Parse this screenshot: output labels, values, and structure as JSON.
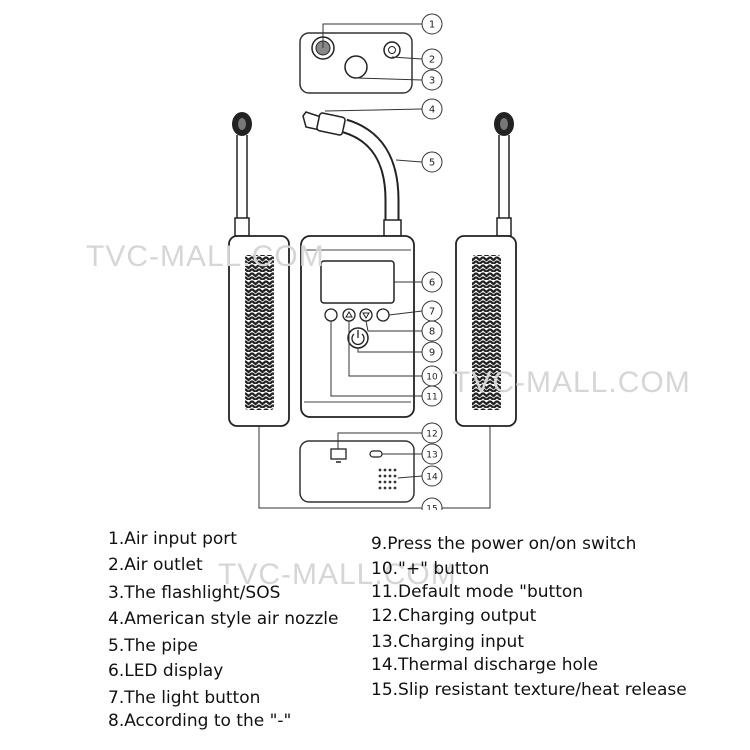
{
  "watermarks": [
    "TVC-MALL.COM",
    "TVC-MALL.COM",
    "TVC-MALL.COM"
  ],
  "callouts": [
    "1",
    "2",
    "3",
    "4",
    "5",
    "6",
    "7",
    "8",
    "9",
    "10",
    "11",
    "12",
    "13",
    "14",
    "15"
  ],
  "legend": {
    "left": [
      "1.Air input port",
      "2.Air outlet",
      "3.The flashlight/SOS",
      "4.American style air nozzle",
      "5.The pipe",
      "6.LED display",
      "7.The light button",
      "8.According to the \"-\""
    ],
    "right": [
      "9.Press the power on/on switch",
      "10.\"+\" button",
      "11.Default mode \"button",
      "12.Charging output",
      "13.Charging input",
      "14.Thermal discharge hole",
      "15.Slip resistant texture/heat release"
    ]
  }
}
